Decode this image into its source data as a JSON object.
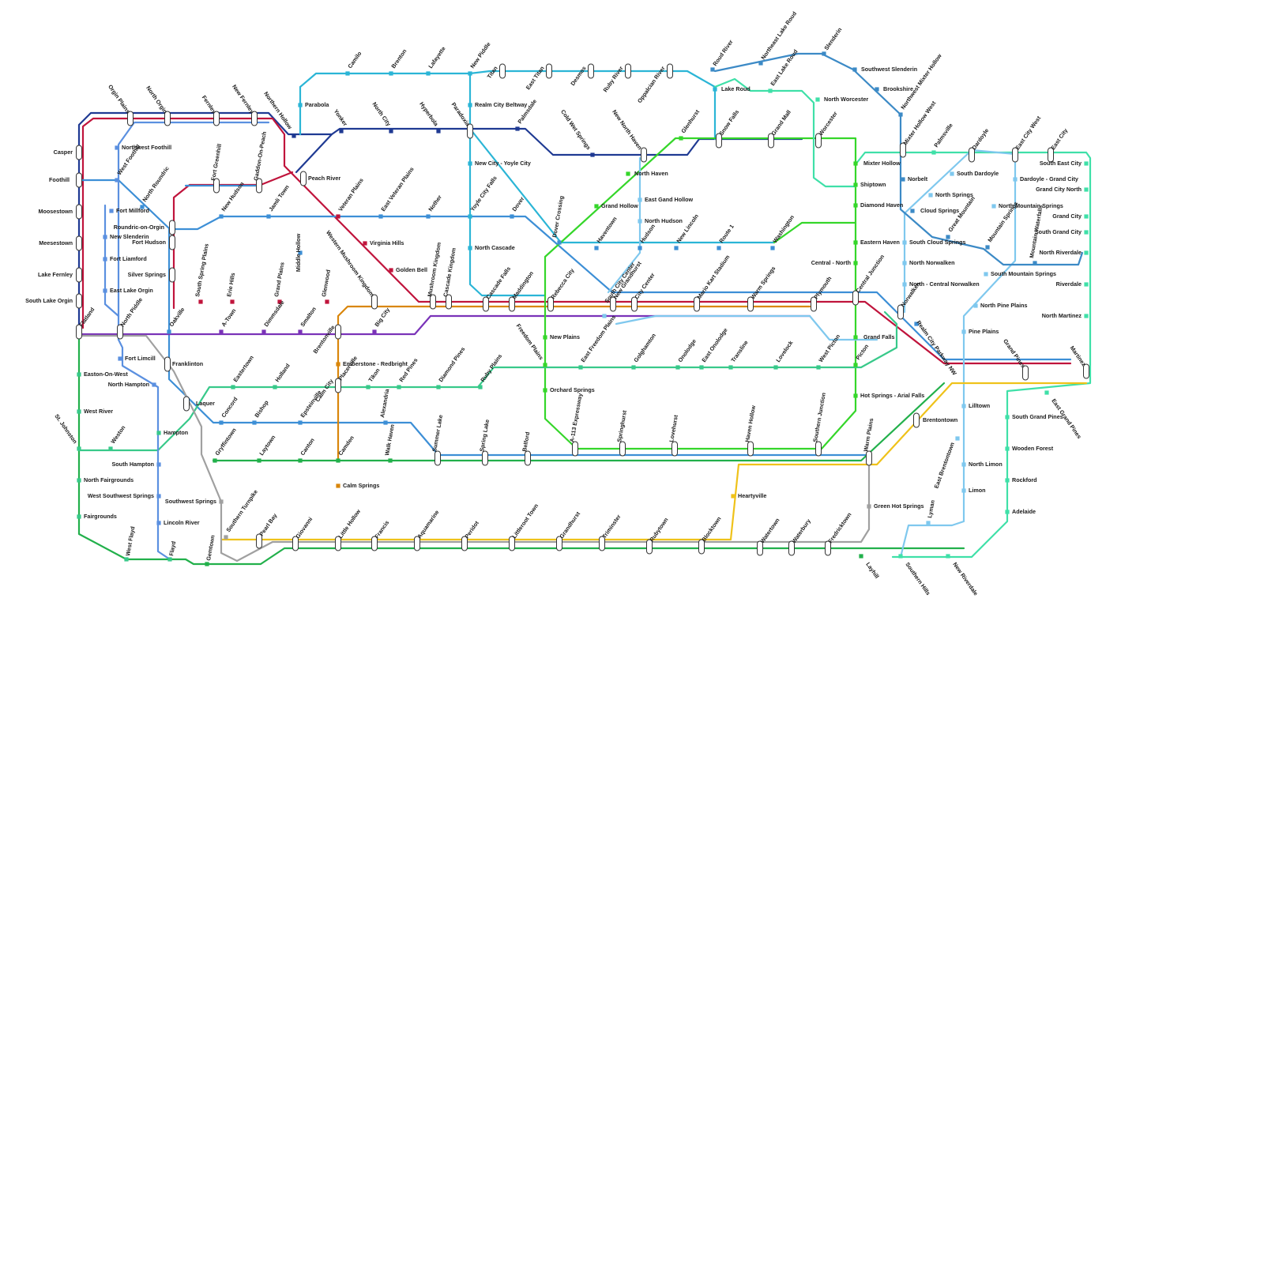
{
  "lines": [
    {
      "name": "navy",
      "color": "#1f3a93"
    },
    {
      "name": "crimson",
      "color": "#c0143c"
    },
    {
      "name": "sky",
      "color": "#3d8fd6"
    },
    {
      "name": "cyan",
      "color": "#2bb5d6"
    },
    {
      "name": "purple",
      "color": "#7a33b8"
    },
    {
      "name": "orange",
      "color": "#d9860b"
    },
    {
      "name": "green",
      "color": "#22b04b"
    },
    {
      "name": "lime",
      "color": "#35d62a"
    },
    {
      "name": "aqua",
      "color": "#3fe0a8"
    },
    {
      "name": "seafoam",
      "color": "#38c98a"
    },
    {
      "name": "lightblue",
      "color": "#7fc8ee"
    },
    {
      "name": "yellow",
      "color": "#efc21a"
    },
    {
      "name": "grey",
      "color": "#a0a0a0"
    },
    {
      "name": "steel",
      "color": "#3c8ac6"
    },
    {
      "name": "cornflower",
      "color": "#5b90e0"
    }
  ],
  "stations": [
    "Casper",
    "Foothill",
    "Moosestown",
    "Meesestown",
    "Lake Fernley",
    "South Lake Orgin",
    "Flatland",
    "Orgin Plains",
    "North Orgin",
    "Fernley",
    "New Fernley",
    "Northern Hollow",
    "Northwest Foothill",
    "West Foothill",
    "North Roundric",
    "Fort Millford",
    "Roundric-on-Orgin",
    "New Slenderin",
    "Fort Hudson",
    "Fort Liamford",
    "Silver Springs",
    "East Lake Orgin",
    "North Piddle",
    "Oakville",
    "Fort Limcill",
    "Franklinton",
    "North Hampton",
    "Easton-On-West",
    "West River",
    "St. Johnston",
    "Weston",
    "Hampton",
    "South Hampton",
    "Southwest Springs",
    "West Southwest Springs",
    "Fairgrounds",
    "North Fairgrounds",
    "Lincoln River",
    "West Flayd",
    "Flayd",
    "Gemtown",
    "Southern Turnpike",
    "Pearl Bay",
    "Giovanni",
    "Little Hollow",
    "Francis",
    "Aquamarine",
    "Peridot",
    "Littleroot Town",
    "Grandhurst",
    "Triminster",
    "Rubytown",
    "Blocktown",
    "Watertown",
    "Waterbury",
    "Fredricktown",
    "Layhill",
    "Southern Hills",
    "New Riverdale",
    "Green Hot Springs",
    "Heartyville",
    "Lyman",
    "Camilo",
    "Brenton",
    "Lafayette",
    "New Piddle",
    "Parabola",
    "Yonker",
    "North City",
    "Hyperbola",
    "Paradoxia",
    "Palmsdale",
    "Realm City Beltway",
    "New City - Yoyle City",
    "Yoyle City Falls",
    "North Cascade",
    "Peach River",
    "Veteran Plains",
    "East Veteran Plains",
    "Nother",
    "Dover",
    "Fort Greenhill",
    "Gaddon-On-Peach",
    "New Hudson",
    "Jamli Town",
    "Middle Hollow",
    "Virginia Hills",
    "Golden Bell",
    "Western Mushroom Kingdom",
    "Mushroom Kingdom",
    "Cascade Kingdom",
    "South Spring Plains",
    "Erie Hills",
    "Grand Plains",
    "Glenwood",
    "A-Town",
    "Dimmsdale",
    "Smalton",
    "Brentonville",
    "Big City",
    "Emberstone - Redbright",
    "Calm City",
    "Placerville",
    "Tikon",
    "Red Pines",
    "Diamond Pines",
    "Ruby Plains",
    "Eastertown",
    "Holland",
    "Laquer",
    "Concord",
    "Bishop",
    "Epsteinville",
    "Alexandria",
    "Camden",
    "Canton",
    "Laytown",
    "Gryffintown",
    "Walk Haven",
    "Calm Springs",
    "Summer Lake",
    "Spring Lake",
    "Belford",
    "A-113 Expressway",
    "Springhurst",
    "Lovehurst",
    "Haven Hollow",
    "Southern Junction",
    "Warm Plains",
    "Brentontown",
    "East Brentontown",
    "Titan",
    "East Titan",
    "Desmos",
    "Ruby River",
    "Oppalcian River",
    "Roud River",
    "Northeast Lake Roud",
    "Slenderin",
    "Southwest Slenderin",
    "Brookshire",
    "Northwest Mixter Hollow",
    "Mixter Hollow West",
    "Lake Roud",
    "East Lake Roud",
    "North Worcester",
    "Worcester",
    "Grand Mall",
    "Snow Falls",
    "Glenhurst",
    "New North Haven",
    "Cold Wet Springs",
    "North Haven",
    "East Gand Hollow",
    "Grand Hollow",
    "North Hudson",
    "Dover Crossing",
    "Haventown",
    "Hudson",
    "New Lincoln",
    "Route 1",
    "Washington",
    "Cascade Falls",
    "Maddington",
    "Rebecca City",
    "New Grandhurst",
    "South City Center",
    "City Center",
    "Mario Kart Stadium",
    "Warm Springs",
    "Plymouth",
    "Central Junction",
    "Central - North",
    "Eastern Haven",
    "Diamond Haven",
    "Shiptown",
    "Mixter Hollow",
    "Palmsville",
    "Dardoyle",
    "East City West",
    "East City",
    "South East City",
    "Dardoyle - Grand City",
    "Grand City North",
    "Grand City",
    "South Grand City",
    "North Riverdale",
    "Riverdale",
    "North Martinez",
    "Martinez",
    "Grand Pines",
    "East Grand Pines",
    "South Grand Pines",
    "Wooden Forest",
    "Rockford",
    "Adelaide",
    "Norbelt",
    "South Dardoyle",
    "North Springs",
    "Cloud Springs",
    "Great Mountain",
    "Mountain Springs",
    "North Mountain Springs",
    "Mountain Waterfalls",
    "South Cloud Springs",
    "North Norwalken",
    "North - Central Norwalken",
    "Norwalken",
    "Realm City Parkway NW",
    "South Mountain Springs",
    "North Pine Plains",
    "Pine Plains",
    "Lilltown",
    "North Limon",
    "Limon",
    "Grand Falls",
    "Picton",
    "Hot Springs - Arial Falls",
    "West Picton",
    "Lovelock",
    "Transline",
    "East Onolodge",
    "Onolodge",
    "Golghamton",
    "East Freedom Plains",
    "Freedom Plains",
    "New Plains",
    "Orchard Springs"
  ]
}
